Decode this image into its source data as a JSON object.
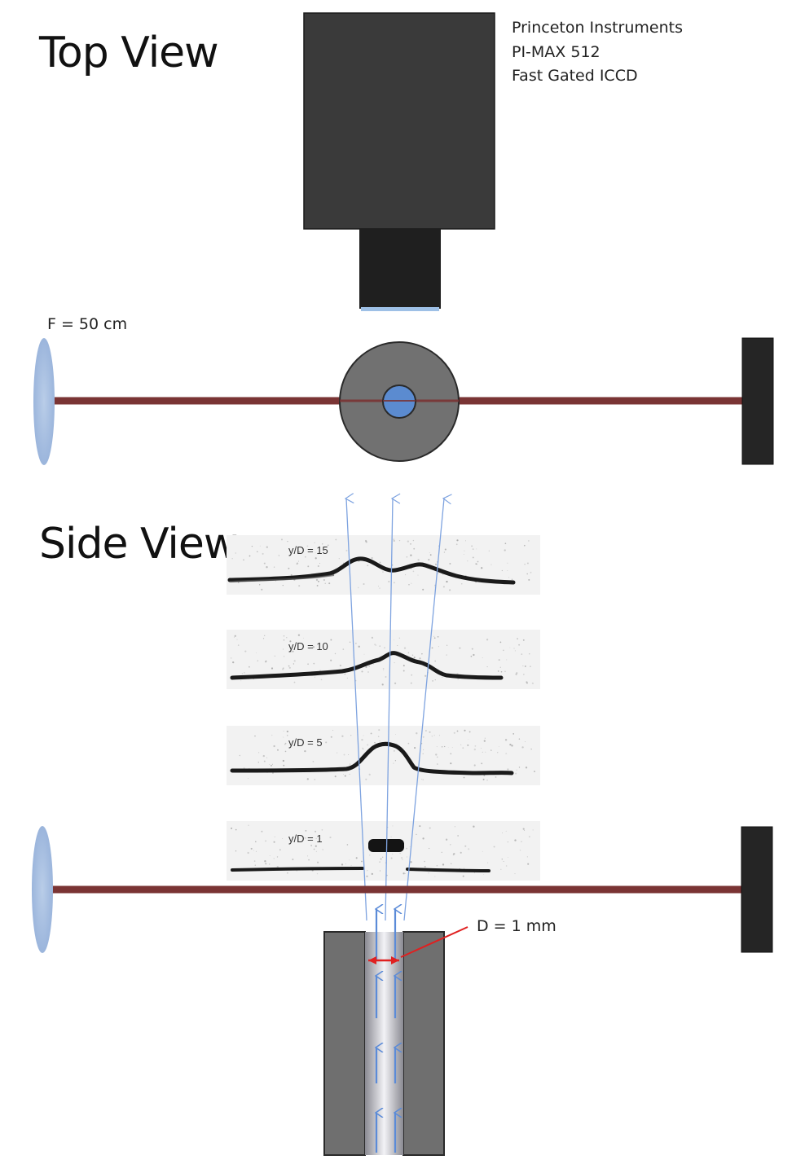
{
  "headings": {
    "top_view": "Top View",
    "side_view": "Side View"
  },
  "camera": {
    "lines": [
      "Princeton Instruments",
      "PI-MAX 512",
      "Fast Gated ICCD"
    ]
  },
  "focal_label": "F = 50 cm",
  "diameter_label": "D = 1 mm",
  "panels": [
    "y/D = 15",
    "y/D = 10",
    "y/D = 5",
    "y/D = 1"
  ],
  "colors": {
    "camera_body": "#3a3a3a",
    "camera_lens": "#202020",
    "laser": "#7a3434",
    "lens": "#a6bfe0",
    "beam_dump": "#252525",
    "nozzle_wall": "#6f6f6f",
    "jet_center": "#5b8bd0",
    "flow_arrow": "#5b8bd8",
    "dimension_arrow": "#e02020"
  }
}
